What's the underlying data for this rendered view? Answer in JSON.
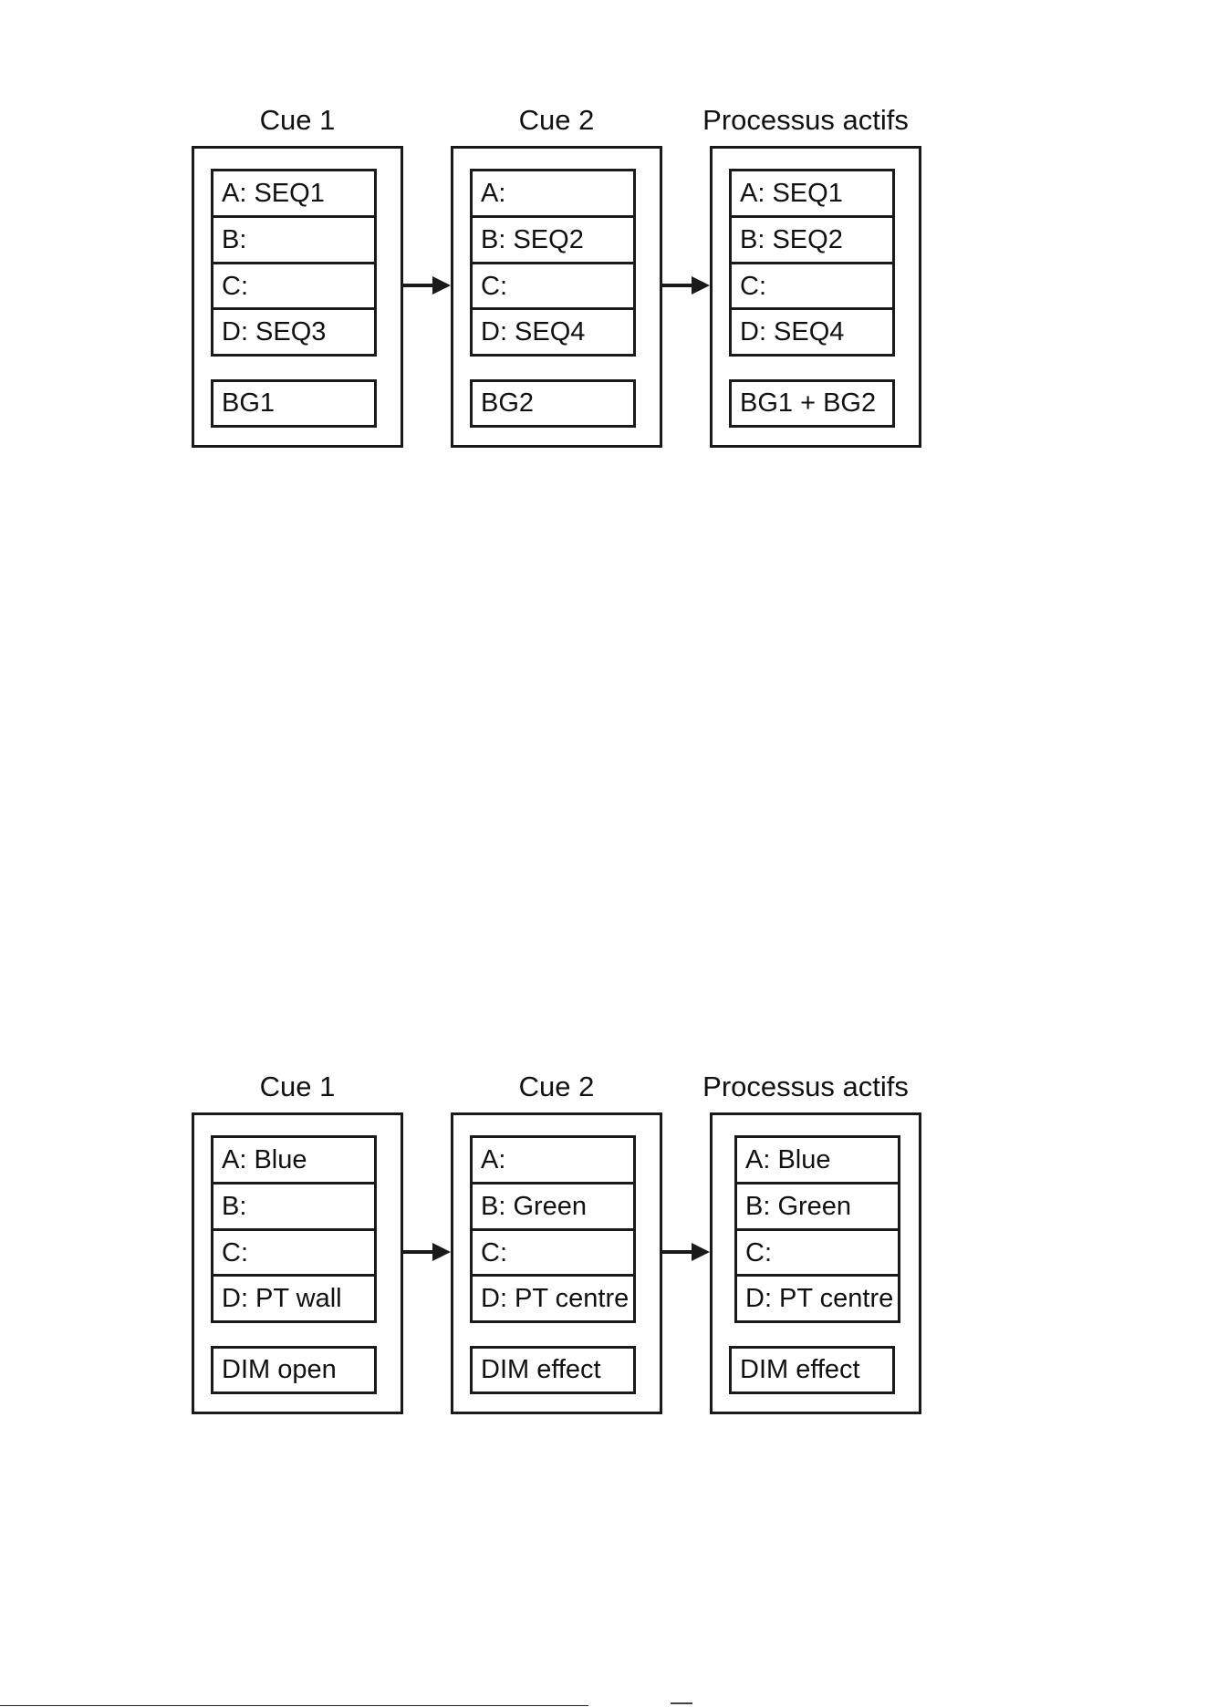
{
  "diagrams": [
    {
      "columns": [
        {
          "title": "Cue 1",
          "slots": [
            "A: SEQ1",
            "B:",
            "C:",
            "D: SEQ3"
          ],
          "bg": "BG1"
        },
        {
          "title": "Cue 2",
          "slots": [
            "A:",
            "B: SEQ2",
            "C:",
            "D: SEQ4"
          ],
          "bg": "BG2"
        },
        {
          "title": "Processus actifs",
          "slots": [
            "A: SEQ1",
            "B: SEQ2",
            "C:",
            "D: SEQ4"
          ],
          "bg": "BG1 + BG2"
        }
      ]
    },
    {
      "columns": [
        {
          "title": "Cue 1",
          "slots": [
            "A: Blue",
            "B:",
            "C:",
            "D: PT wall"
          ],
          "bg": "DIM open"
        },
        {
          "title": "Cue 2",
          "slots": [
            "A:",
            "B: Green",
            "C:",
            "D: PT centre"
          ],
          "bg": "DIM effect"
        },
        {
          "title": "Processus actifs",
          "slots": [
            "A: Blue",
            "B: Green",
            "C:",
            "D: PT centre"
          ],
          "bg": "DIM effect"
        }
      ]
    }
  ],
  "colors": {
    "line": "#1a1a1a",
    "background": "#ffffff"
  }
}
